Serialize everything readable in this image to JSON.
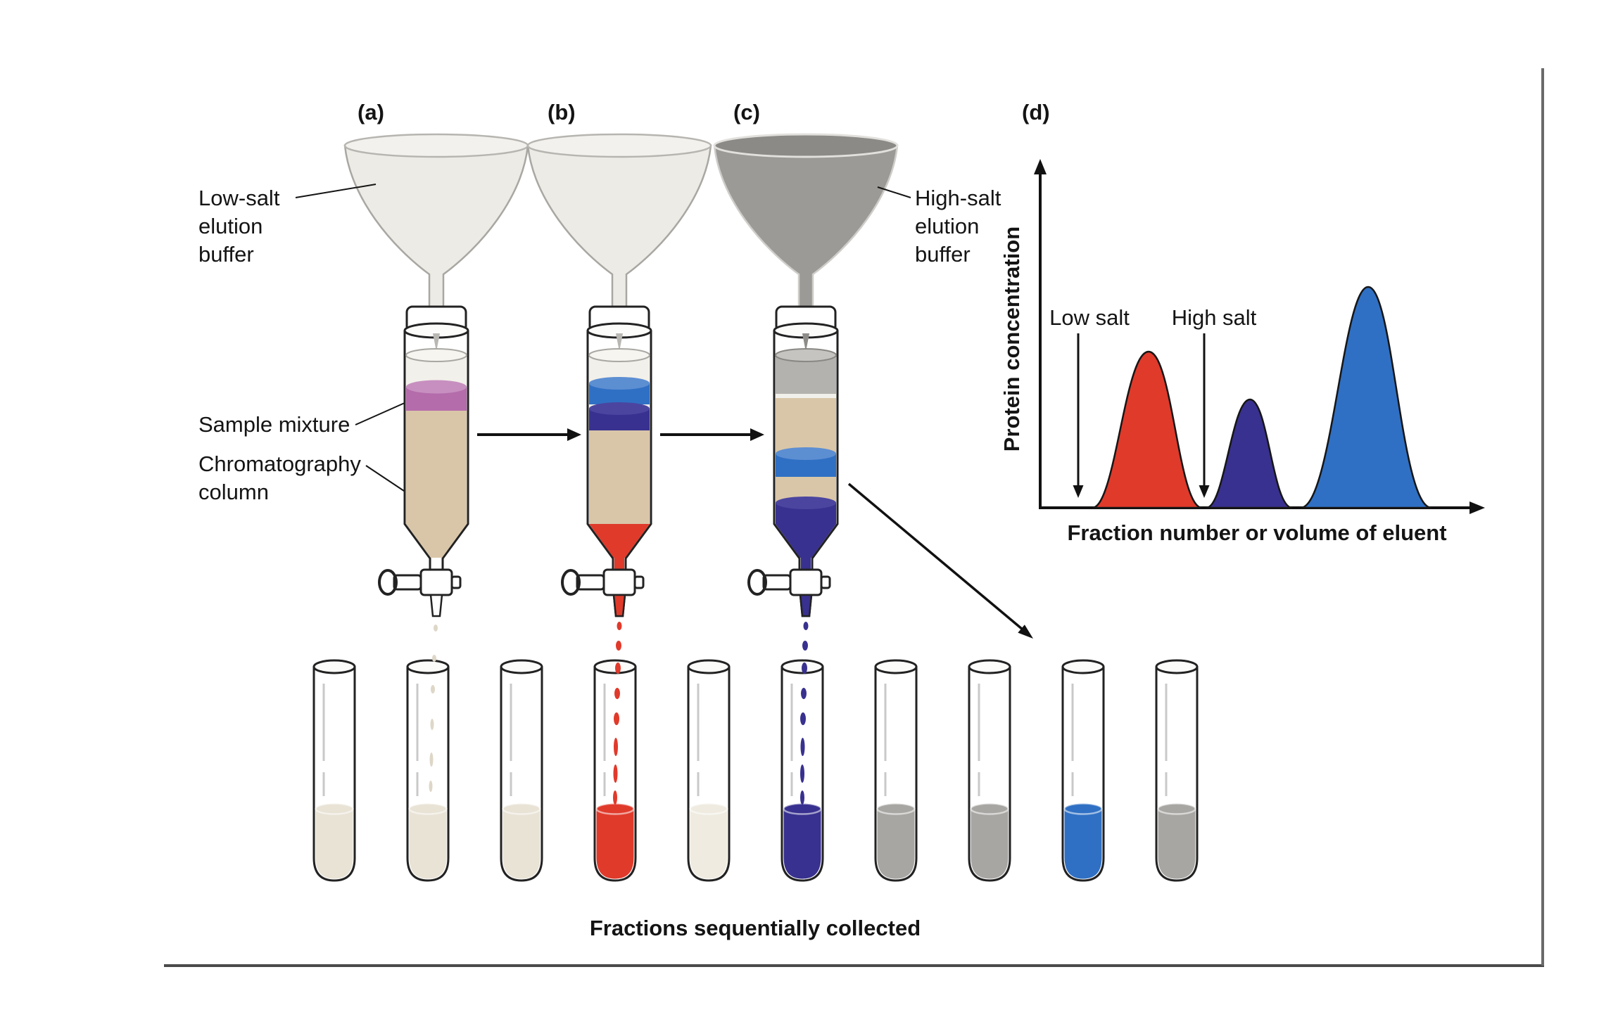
{
  "colors": {
    "red": "#e03a2b",
    "navy": "#38318f",
    "blue": "#2f70c4",
    "purple": "#b46cab",
    "purple_light": "#c78fc0",
    "beige": "#d9c6a8",
    "cream": "#e9e3d6",
    "cream_light": "#efebe1",
    "gray": "#a8a6a3",
    "gray_buffer": "#b4b2ae",
    "gray_buffer_top": "#c6c4c0",
    "buffer_clear": "#f2f0ea",
    "buffer_clear_top": "#f7f5f0",
    "funnel_light": "#edebe6",
    "funnel_light_rim": "#f3f1ed",
    "funnel_dark": "#9c9a96",
    "funnel_dark_rim": "#8c8a86",
    "blue_top": "#5c8ed2",
    "navy_top": "#4b45a0",
    "drip_faint": "#ded7c8"
  },
  "panels": {
    "a": "(a)",
    "b": "(b)",
    "c": "(c)",
    "d": "(d)"
  },
  "labels": {
    "low_salt_buffer": [
      "Low-salt",
      "elution",
      "buffer"
    ],
    "sample_mixture": "Sample mixture",
    "chromatography_column": [
      "Chromatography",
      "column"
    ],
    "high_salt_buffer": [
      "High-salt",
      "elution",
      "buffer"
    ],
    "caption": "Fractions sequentially collected"
  },
  "chart": {
    "ylabel": "Protein concentration",
    "xlabel": "Fraction number or volume of eluent",
    "low_salt_label": "Low salt",
    "high_salt_label": "High salt"
  },
  "chart_data": {
    "type": "area",
    "title": "",
    "xlabel": "Fraction number or volume of eluent",
    "ylabel": "Protein concentration",
    "grid": false,
    "legend": false,
    "x_axis_numeric": false,
    "annotations": [
      {
        "label": "Low salt",
        "x_frac": 0.09,
        "arrow": "down-to-axis"
      },
      {
        "label": "High salt",
        "x_frac": 0.38,
        "arrow": "down-to-axis"
      }
    ],
    "series": [
      {
        "name": "peak-1",
        "color": "#e03a2b",
        "peak_center_x_frac": 0.25,
        "peak_rel_height": 0.71,
        "base_width_frac": 0.25
      },
      {
        "name": "peak-2",
        "color": "#38318f",
        "peak_center_x_frac": 0.48,
        "peak_rel_height": 0.49,
        "base_width_frac": 0.2
      },
      {
        "name": "peak-3",
        "color": "#2f70c4",
        "peak_center_x_frac": 0.76,
        "peak_rel_height": 1.0,
        "base_width_frac": 0.3
      }
    ]
  },
  "fractions": {
    "count": 10,
    "fill_keys": [
      "cream",
      "cream",
      "cream",
      "red",
      "cream_light",
      "navy",
      "gray",
      "gray",
      "blue",
      "gray"
    ]
  }
}
